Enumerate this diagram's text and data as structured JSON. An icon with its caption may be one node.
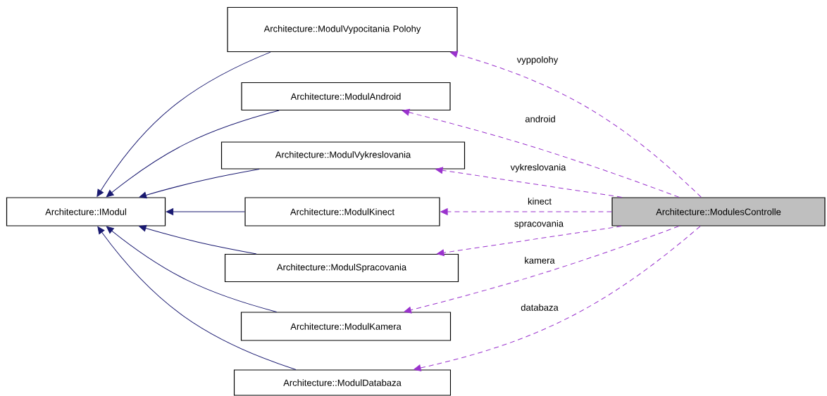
{
  "diagram": {
    "nodes": [
      {
        "text": [
          "Architecture::IModul"
        ]
      },
      {
        "text": [
          "Architecture::ModulVypocitania Polohy"
        ]
      },
      {
        "text": [
          "Architecture::ModulAndroid"
        ]
      },
      {
        "text": [
          "Architecture::ModulVykreslovania"
        ]
      },
      {
        "text": [
          "Architecture::ModulKinect"
        ]
      },
      {
        "text": [
          "Architecture::ModulSpracovania"
        ]
      },
      {
        "text": [
          "Architecture::ModulKamera"
        ]
      },
      {
        "text": [
          "Architecture::ModulDatabaza"
        ]
      },
      {
        "text": [
          "Architecture::ModulesControlle"
        ]
      }
    ],
    "edges": [
      {
        "from": 1,
        "to": 0,
        "arrow": "to"
      },
      {
        "from": 2,
        "to": 0,
        "arrow": "to"
      },
      {
        "from": 3,
        "to": 0,
        "arrow": "to"
      },
      {
        "from": 4,
        "to": 0,
        "arrow": "to"
      },
      {
        "from": 5,
        "to": 0,
        "arrow": "to"
      },
      {
        "from": 6,
        "to": 0,
        "arrow": "to"
      },
      {
        "from": 7,
        "to": 0,
        "arrow": "to"
      },
      {
        "from": 8,
        "to": 1,
        "arrow": "to",
        "label": "vyppolohy",
        "style": "dashed",
        "color": "#9a32cd"
      },
      {
        "from": 8,
        "to": 2,
        "arrow": "to",
        "label": "android",
        "style": "dashed",
        "color": "#9a32cd"
      },
      {
        "from": 8,
        "to": 3,
        "arrow": "to",
        "label": "vykreslovania",
        "style": "dashed",
        "color": "#9a32cd"
      },
      {
        "from": 8,
        "to": 4,
        "arrow": "to",
        "label": "kinect",
        "style": "dashed",
        "color": "#9a32cd"
      },
      {
        "from": 8,
        "to": 5,
        "arrow": "to",
        "label": "spracovania",
        "style": "dashed",
        "color": "#9a32cd"
      },
      {
        "from": 8,
        "to": 6,
        "arrow": "to",
        "label": "kamera",
        "style": "dashed",
        "color": "#9a32cd"
      },
      {
        "from": 8,
        "to": 7,
        "arrow": "to",
        "label": "databaza",
        "style": "dashed",
        "color": "#9a32cd"
      }
    ]
  }
}
